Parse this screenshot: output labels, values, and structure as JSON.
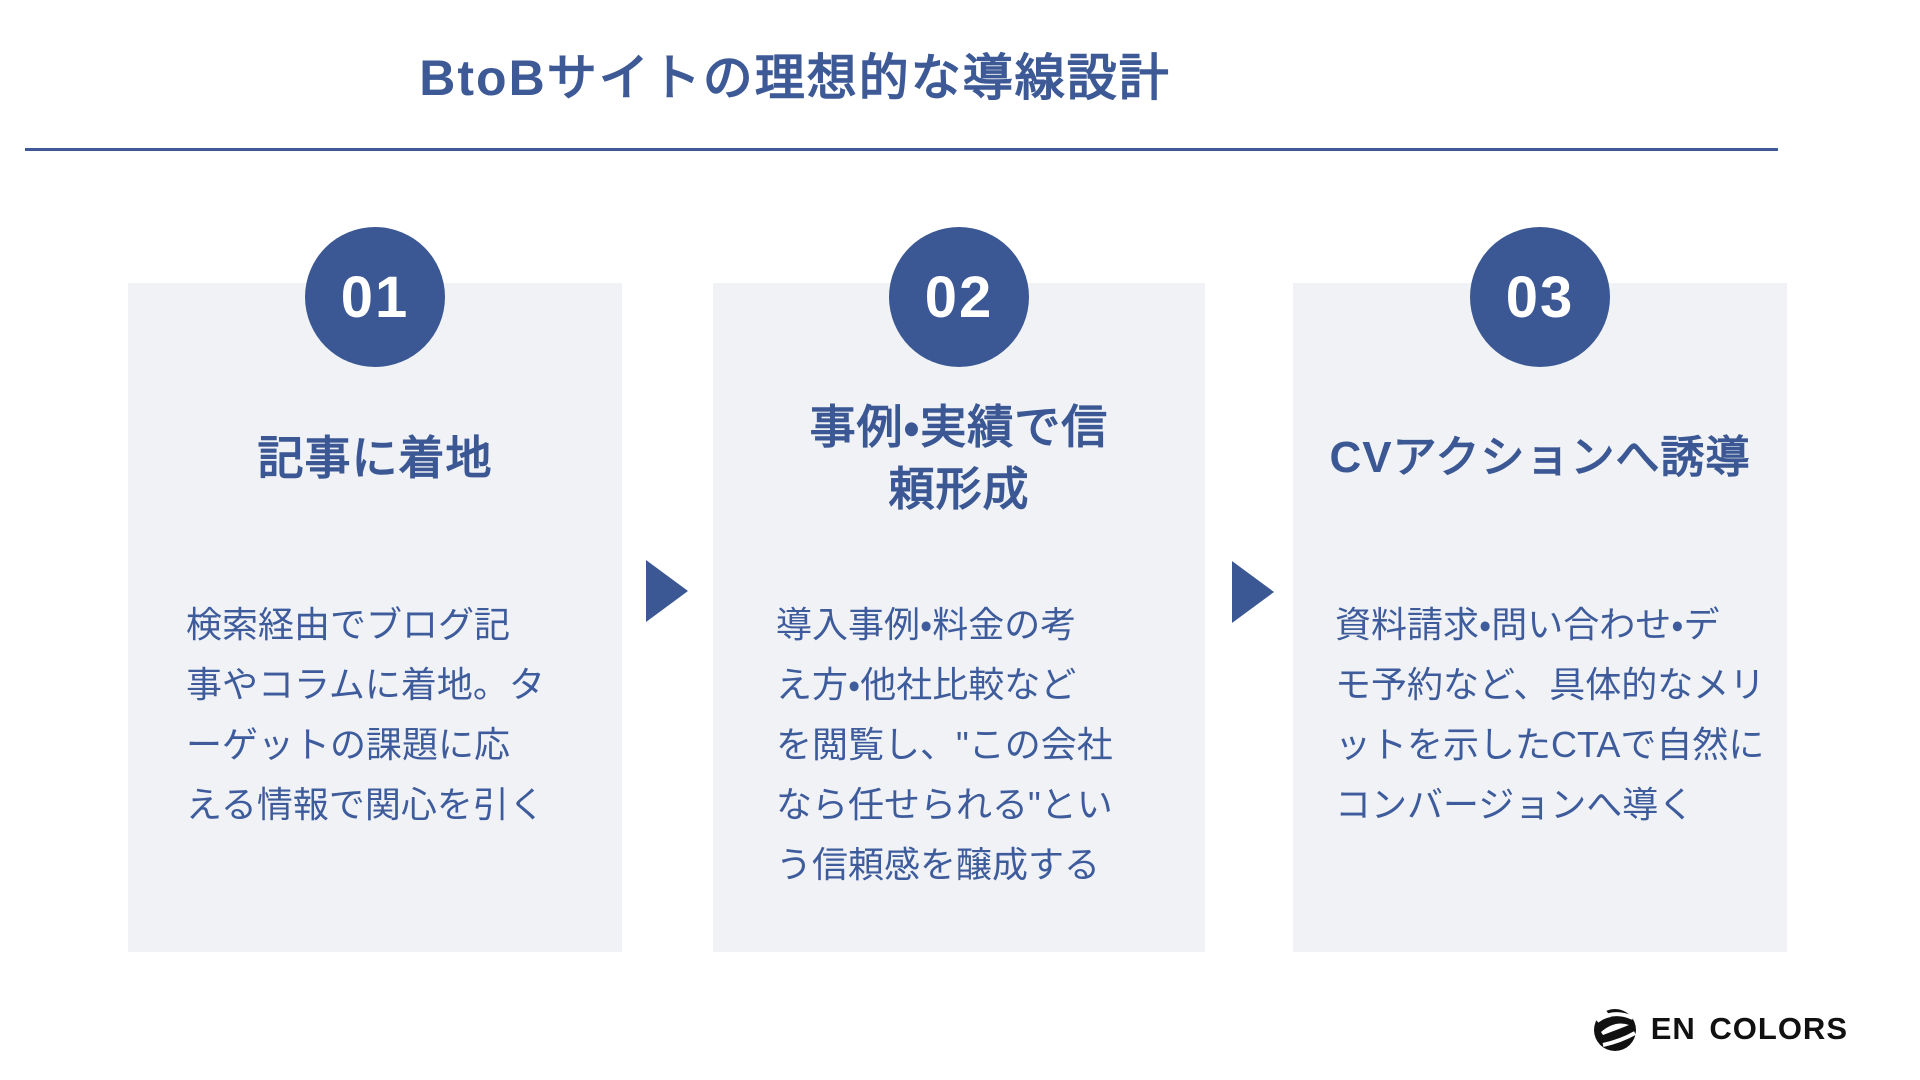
{
  "page": {
    "title": "BtoBサイトの理想的な導線設計"
  },
  "steps": [
    {
      "number": "01",
      "heading": "記事に着地",
      "body": "検索経由でブログ記\n事やコラムに着地。タ\nーゲットの課題に応\nえる情報で関心を引く"
    },
    {
      "number": "02",
      "heading": "事例・実績で信\n頼形成",
      "body": "導入事例・料金の考\nえ方・他社比較など\nを閲覧し、\"この会社\nなら任せられる\"とい\nう信頼感を醸成する"
    },
    {
      "number": "03",
      "heading": "CVアクションへ誘導",
      "body": "資料請求・問い合わせ・デ\nモ予約など、具体的なメリ\nットを示したCTAで自然に\nコンバージョンへ導く"
    }
  ],
  "footer": {
    "logo_text": "EN COLORS"
  },
  "colors": {
    "accent_blue": "#3d5a96",
    "badge_blue": "#3b5894",
    "body_text_blue": "#3e5c9c",
    "card_background": "#f0f2f6",
    "logo_black": "#111111"
  }
}
